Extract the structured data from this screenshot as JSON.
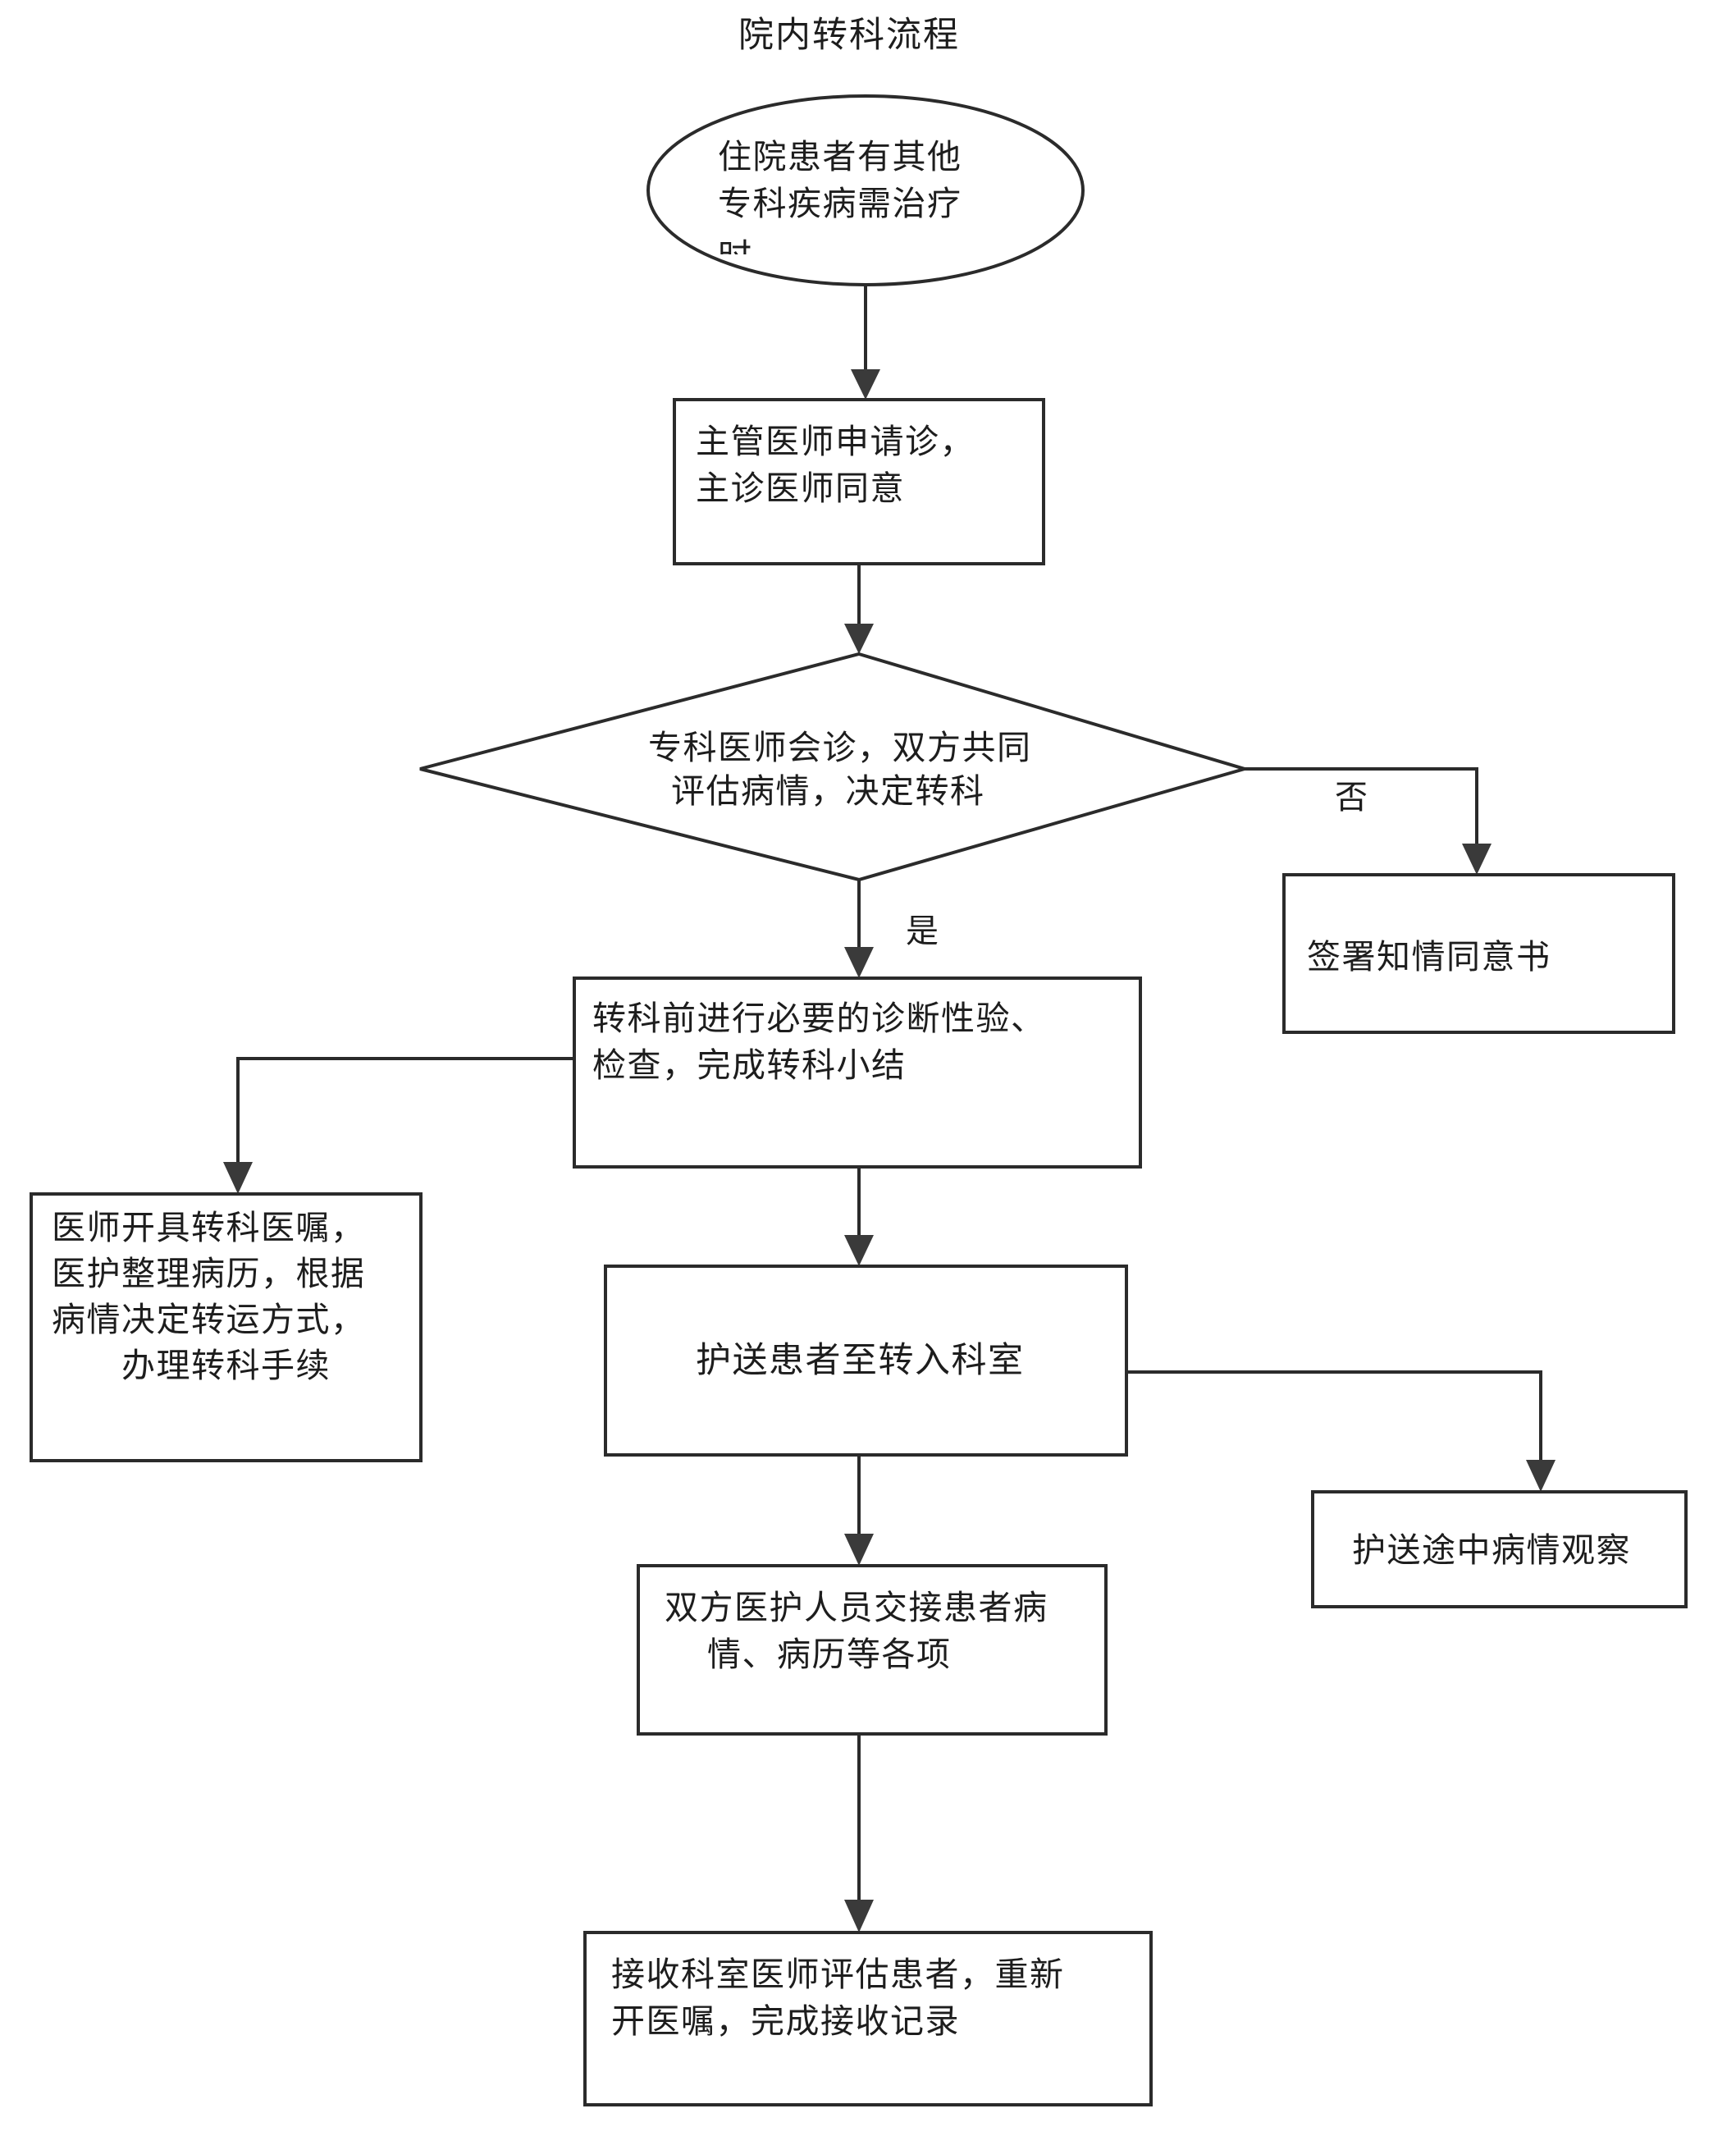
{
  "document": {
    "title": "院内转科流程",
    "type": "flowchart",
    "language": "zh-CN",
    "orientation": "vertical",
    "background_color": "#ffffff",
    "line_color": "#2b2b2b",
    "text_color": "#1d1d1d"
  },
  "nodes": {
    "start": {
      "shape": "ellipse",
      "id": "start-node",
      "lines": [
        "住院患者有其他",
        "专科疾病需治疗",
        "时"
      ],
      "note": "third line is visually clipped by the ellipse edge"
    },
    "apply": {
      "shape": "rectangle",
      "id": "apply-consult",
      "lines": [
        "主管医师申请诊，",
        "主诊医师同意"
      ]
    },
    "decision": {
      "shape": "diamond",
      "id": "consult-decision",
      "lines": [
        "专科医师会诊，双方共同",
        "评估病情，决定转科"
      ]
    },
    "consent": {
      "shape": "rectangle",
      "id": "sign-consent",
      "lines": [
        "签署知情同意书"
      ]
    },
    "pretransfer": {
      "shape": "rectangle",
      "id": "pre-transfer-exams",
      "lines": [
        "转科前进行必要的诊断性验、",
        "检查，完成转科小结"
      ]
    },
    "orders": {
      "shape": "rectangle",
      "id": "transfer-orders",
      "lines": [
        "医师开具转科医嘱，",
        "医护整理病历，根据",
        "病情决定转运方式，",
        "办理转科手续"
      ]
    },
    "escort": {
      "shape": "rectangle",
      "id": "escort-patient",
      "lines": [
        "护送患者至转入科室"
      ]
    },
    "observe": {
      "shape": "rectangle",
      "id": "enroute-observation",
      "lines": [
        "护送途中病情观察"
      ]
    },
    "handover": {
      "shape": "rectangle",
      "id": "staff-handover",
      "lines": [
        "双方医护人员交接患者病",
        "情、病历等各项"
      ]
    },
    "receive": {
      "shape": "rectangle",
      "id": "receiving-assessment",
      "lines": [
        "接收科室医师评估患者，重新",
        "开医嘱，完成接收记录"
      ]
    }
  },
  "edge_labels": {
    "yes": "是",
    "no": "否"
  },
  "edges": [
    {
      "from": "start",
      "to": "apply",
      "label": ""
    },
    {
      "from": "apply",
      "to": "decision",
      "label": ""
    },
    {
      "from": "decision",
      "to": "pretransfer",
      "label": "是"
    },
    {
      "from": "decision",
      "to": "consent",
      "label": "否"
    },
    {
      "from": "pretransfer",
      "to": "orders",
      "label": ""
    },
    {
      "from": "pretransfer",
      "to": "escort",
      "label": ""
    },
    {
      "from": "escort",
      "to": "observe",
      "label": ""
    },
    {
      "from": "escort",
      "to": "handover",
      "label": ""
    },
    {
      "from": "handover",
      "to": "receive",
      "label": ""
    }
  ]
}
